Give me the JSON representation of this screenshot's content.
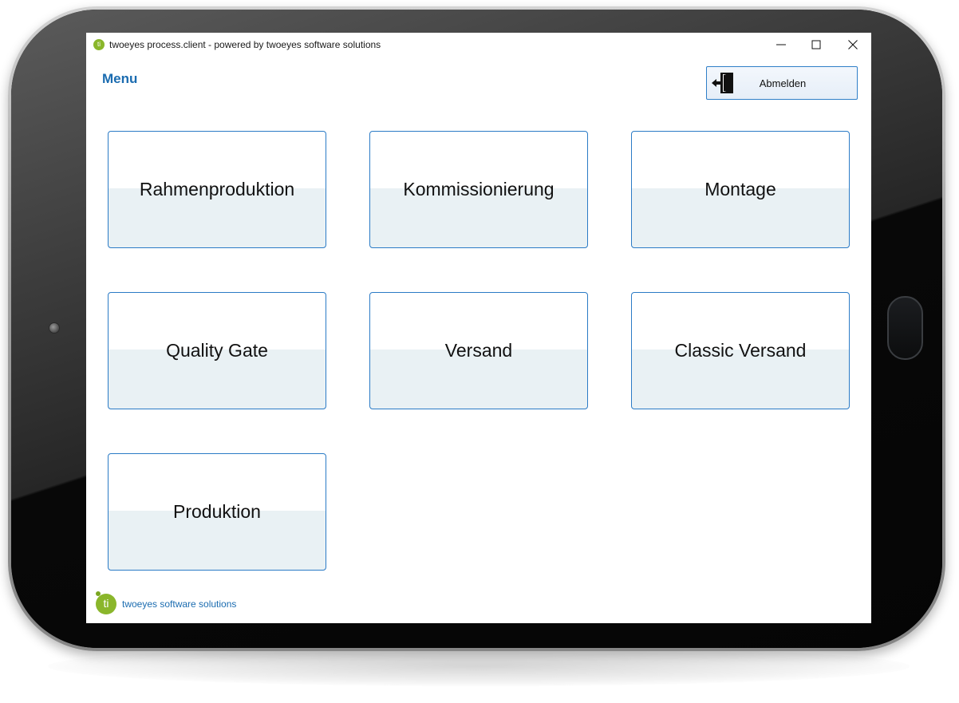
{
  "window": {
    "title": "twoeyes process.client - powered by twoeyes software solutions",
    "app_icon": "twoeyes-logo-icon",
    "controls": {
      "minimize_icon": "minimize-icon",
      "maximize_icon": "maximize-icon",
      "close_icon": "close-icon"
    }
  },
  "header": {
    "menu_title": "Menu",
    "logout": {
      "label": "Abmelden",
      "icon": "logout-door-icon"
    }
  },
  "tiles": [
    {
      "label": "Rahmenproduktion"
    },
    {
      "label": "Kommissionierung"
    },
    {
      "label": "Montage"
    },
    {
      "label": "Quality Gate"
    },
    {
      "label": "Versand"
    },
    {
      "label": "Classic Versand"
    },
    {
      "label": "Produktion"
    }
  ],
  "footer": {
    "logo_text": "ti",
    "company": "twoeyes software solutions"
  },
  "colors": {
    "accent_blue": "#1b6cb0",
    "tile_border": "#2b7bc6",
    "tile_lower_fill": "#e9f1f4",
    "logo_green": "#8ab62b"
  }
}
